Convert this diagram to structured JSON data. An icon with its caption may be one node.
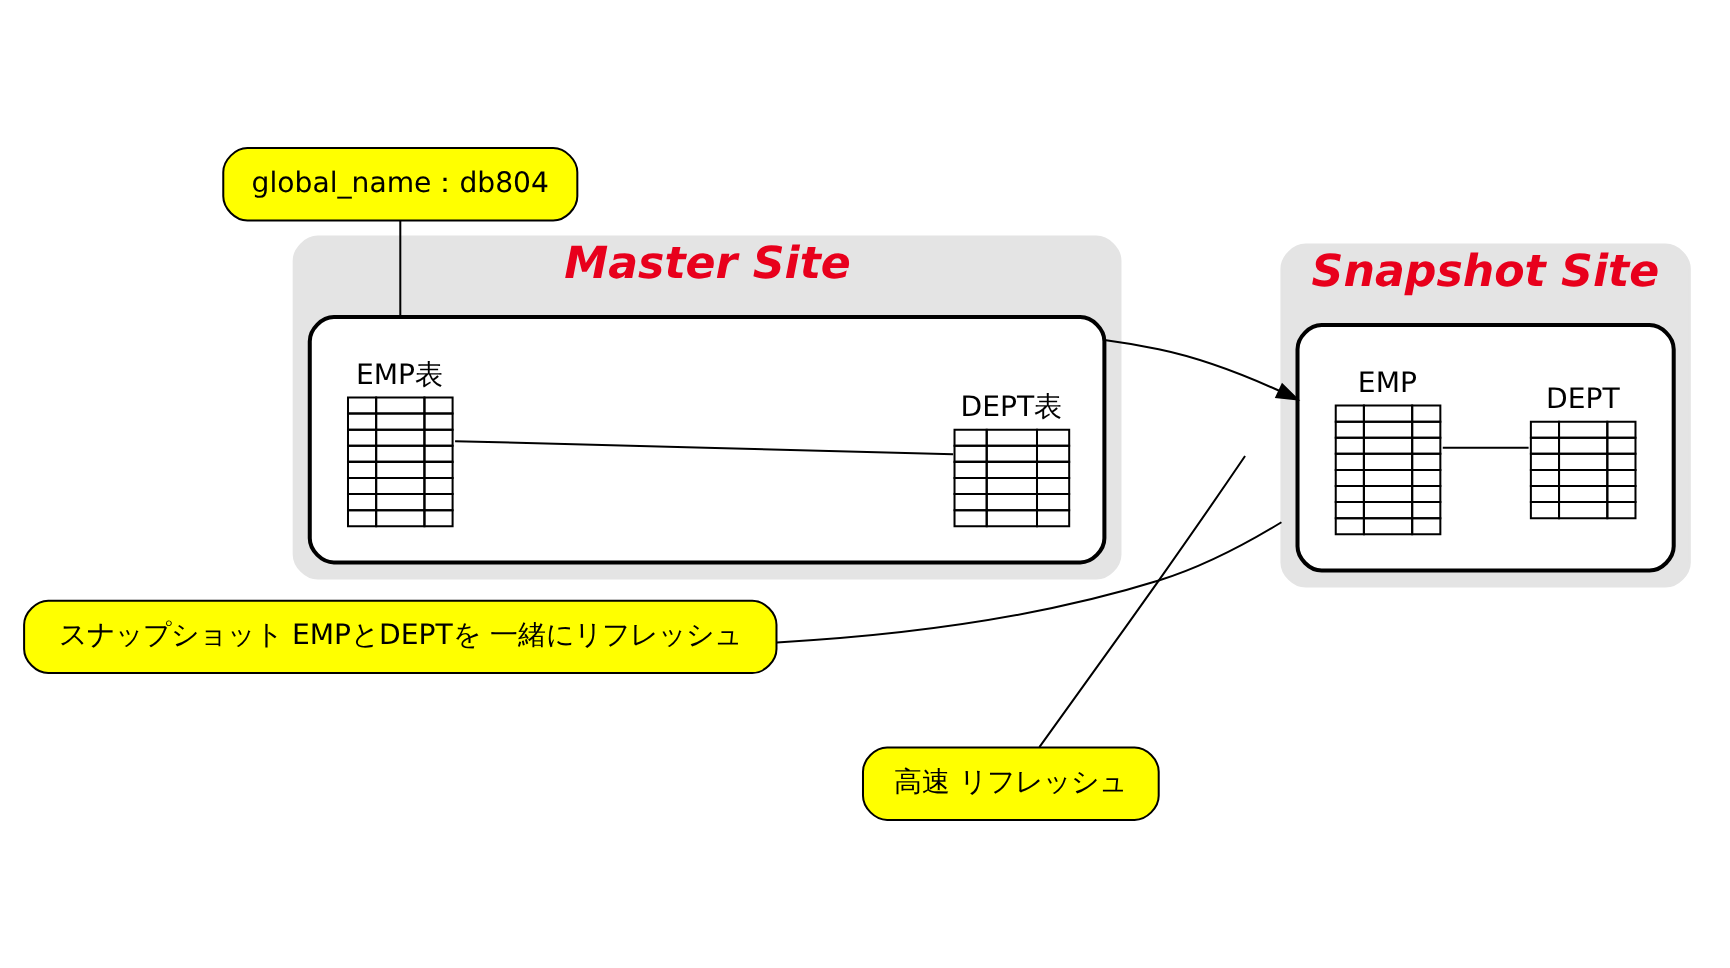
{
  "diagram": {
    "nodes": [
      {
        "text": [
          "Master Site"
        ]
      },
      {
        "text": [],
        "shape": "ellipse",
        "in": 0
      },
      {
        "text": [
          "EMP表"
        ],
        "in": 1
      },
      {
        "text": [
          "DEPT表"
        ],
        "in": 1
      },
      {
        "text": [
          "Snapshot Site"
        ]
      },
      {
        "text": [],
        "shape": "ellipse",
        "in": 4
      },
      {
        "text": [
          "EMP"
        ],
        "in": 5
      },
      {
        "text": [
          "DEPT"
        ],
        "in": 5
      },
      {
        "text": [
          "スナップショット EMPとDEPTを 一緒にリフレッシュ"
        ]
      },
      {
        "text": [
          "高速 リフレッシュ"
        ]
      },
      {
        "text": [
          "global_name：db804"
        ]
      }
    ],
    "edges": [
      {
        "from": 2,
        "to": 3,
        "arrow": "none"
      },
      {
        "from": 6,
        "to": 7,
        "arrow": "none"
      },
      {
        "from": 1,
        "to": 5,
        "arrow": "to"
      },
      {
        "from": 8,
        "to": 4,
        "arrow": "none"
      },
      {
        "from": 9,
        "to": null,
        "arrow": "none"
      },
      {
        "from": 10,
        "to": 1,
        "arrow": "none"
      }
    ]
  }
}
